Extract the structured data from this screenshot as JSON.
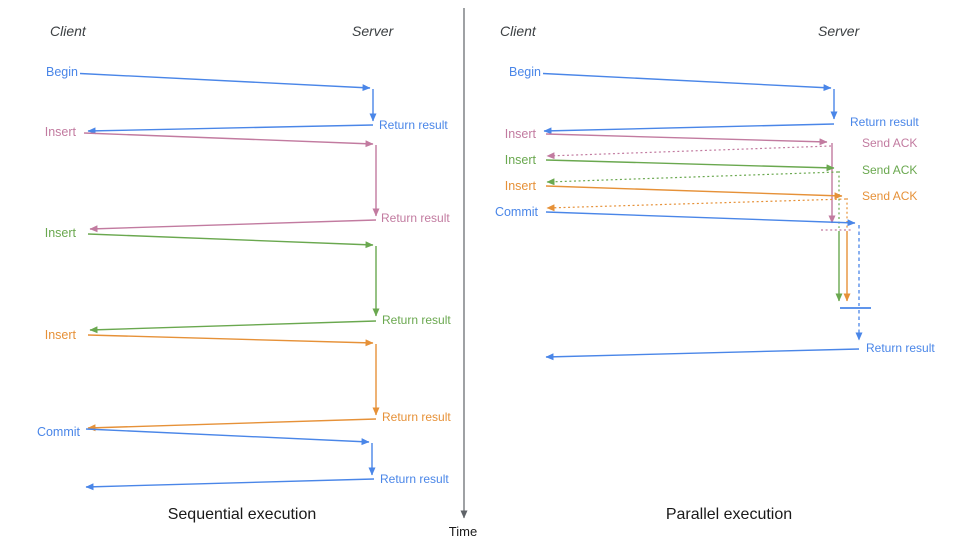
{
  "colors": {
    "blue": "#4a86e8",
    "pink": "#c27ba0",
    "green": "#6aa84f",
    "orange": "#e69138",
    "axis": "#5f6368",
    "header": "#3c4043",
    "title": "#1a1a1a"
  },
  "time_axis": {
    "label": "Time"
  },
  "left_panel": {
    "title": "Sequential execution",
    "client": "Client",
    "server": "Server",
    "ops": [
      {
        "label": "Begin",
        "return": "Return result"
      },
      {
        "label": "Insert",
        "return": "Return result"
      },
      {
        "label": "Insert",
        "return": "Return result"
      },
      {
        "label": "Insert",
        "return": "Return result"
      },
      {
        "label": "Commit",
        "return": "Return result"
      }
    ]
  },
  "right_panel": {
    "title": "Parallel execution",
    "client": "Client",
    "server": "Server",
    "ops": [
      {
        "label": "Begin",
        "return": "Return result"
      },
      {
        "label": "Insert",
        "ack": "Send ACK"
      },
      {
        "label": "Insert",
        "ack": "Send ACK"
      },
      {
        "label": "Insert",
        "ack": "Send ACK"
      },
      {
        "label": "Commit",
        "return": "Return result"
      }
    ]
  }
}
